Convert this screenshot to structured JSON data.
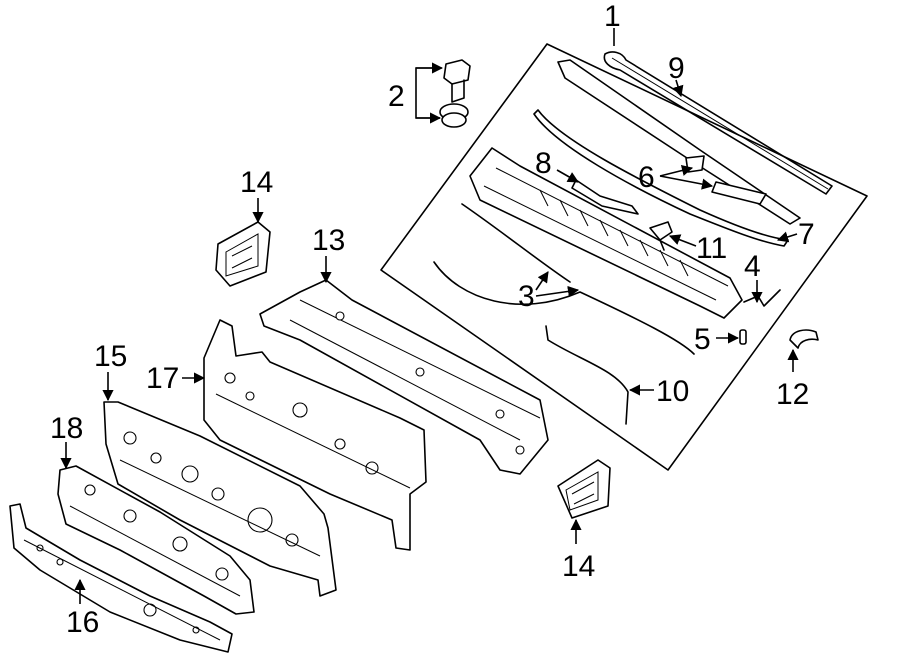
{
  "callouts": {
    "c1": "1",
    "c2": "2",
    "c3": "3",
    "c4": "4",
    "c5": "5",
    "c6": "6",
    "c7": "7",
    "c8": "8",
    "c9": "9",
    "c10": "10",
    "c11": "11",
    "c12": "12",
    "c13": "13",
    "c14a": "14",
    "c14b": "14",
    "c15": "15",
    "c16": "16",
    "c17": "17",
    "c18": "18"
  }
}
